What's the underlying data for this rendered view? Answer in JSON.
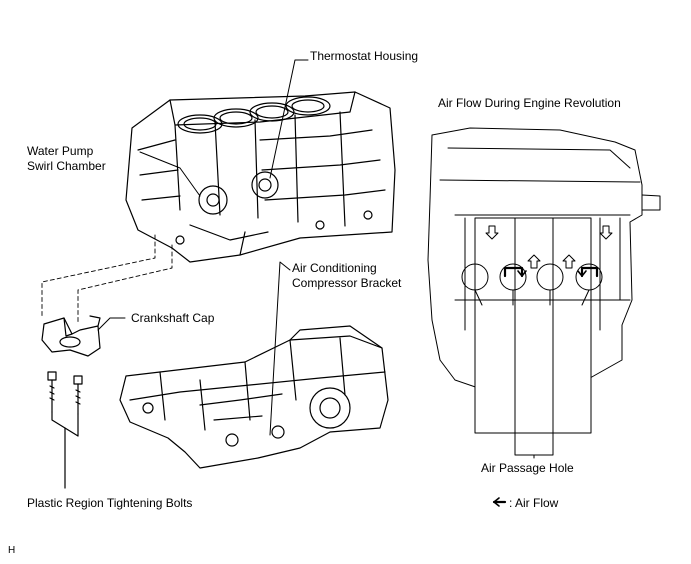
{
  "labels": {
    "thermostat_housing": "Thermostat Housing",
    "water_pump_line1": "Water Pump",
    "water_pump_line2": "Swirl Chamber",
    "air_flow_title": "Air Flow During Engine Revolution",
    "ac_bracket_line1": "Air Conditioning",
    "ac_bracket_line2": "Compressor Bracket",
    "crankshaft_cap": "Crankshaft Cap",
    "air_passage_hole": "Air Passage Hole",
    "plastic_bolts": "Plastic Region Tightening Bolts",
    "legend_air_flow": ": Air Flow",
    "figure_code": "H"
  },
  "icons": {
    "legend_arrow": "left-arrow-icon",
    "flow_arrow_down": "down-arrow-icon",
    "flow_arrow_up": "up-arrow-icon"
  }
}
